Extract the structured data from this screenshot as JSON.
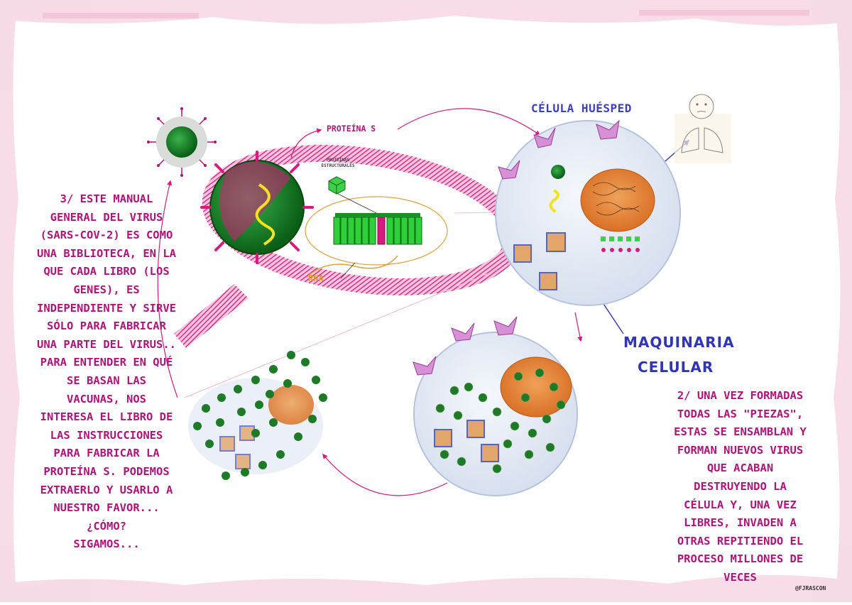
{
  "labels": {
    "host_cell": "CÉLULA HUÉSPED",
    "protein_s": "PROTEÍNA S",
    "structural_proteins": "PROTEÍNAS ESTRUCTURALES",
    "rna": "RNA",
    "machinery_line1": "MAQUINARIA",
    "machinery_line2": "CELULAR",
    "credit": "@FJRASCON"
  },
  "left_text": [
    "3/ ESTE MANUAL",
    "GENERAL DEL VIRUS",
    "(SARS-COV-2) ES COMO",
    "UNA BIBLIOTECA, EN LA",
    "QUE CADA LIBRO (LOS",
    "GENES), ES",
    "INDEPENDIENTE Y SIRVE",
    "SÓLO PARA FABRICAR",
    "UNA PARTE DEL VIRUS..",
    "PARA ENTENDER EN QUÉ",
    "SE BASAN LAS",
    "VACUNAS, NOS",
    "INTERESA EL LIBRO DE",
    "LAS INSTRUCCIONES",
    "PARA FABRICAR LA",
    "PROTEÍNA S. PODEMOS",
    "EXTRAERLO Y USARLO A",
    "NUESTRO FAVOR...",
    "¿CÓMO?",
    "SIGAMOS..."
  ],
  "right_text": [
    "2/ UNA VEZ FORMADAS",
    "TODAS LAS \"PIEZAS\",",
    "ESTAS SE ENSAMBLAN Y",
    "FORMAN NUEVOS VIRUS",
    "QUE ACABAN",
    "DESTRUYENDO LA",
    "CÉLULA Y, UNA VEZ",
    "LIBRES, INVADEN A",
    "OTRAS REPITIENDO EL",
    "PROCESO MILLONES DE",
    "VECES"
  ],
  "colors": {
    "magenta": "#d8197e",
    "text_magenta": "#b0147a",
    "blue": "#2f35b8",
    "virus_green": "#0f7a1f",
    "cell_fill": "#e6ecf6",
    "nucleus": "#e8873a"
  },
  "icons": [
    "virus-icon",
    "cell-icon",
    "nucleus-icon",
    "ribosome-icon",
    "gene-book-icon",
    "lungs-person-icon",
    "magnifier-icon"
  ]
}
